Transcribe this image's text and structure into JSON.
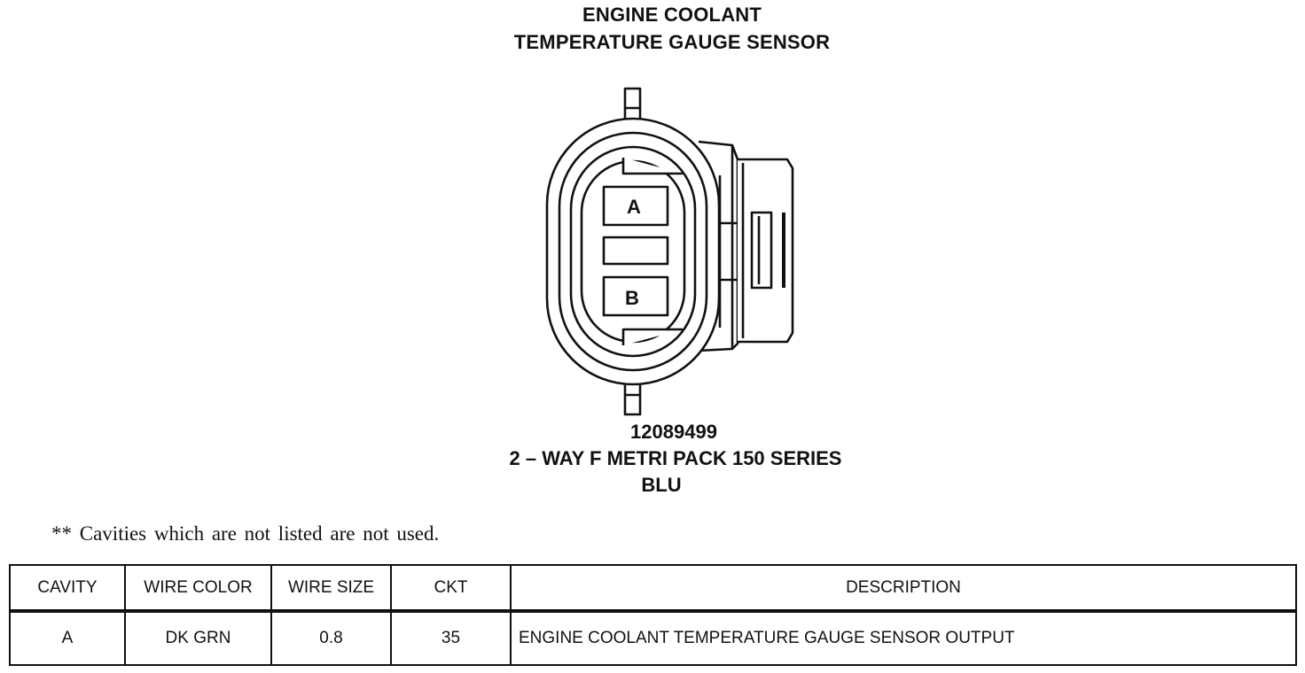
{
  "title": {
    "line1": "ENGINE COOLANT",
    "line2": "TEMPERATURE GAUGE SENSOR"
  },
  "connector": {
    "cavity_labels": [
      "A",
      "B"
    ],
    "part_number": "12089499",
    "series": "2 – WAY F METRI PACK 150 SERIES",
    "color": "BLU"
  },
  "footnote": "** Cavities which are not listed are not used.",
  "table": {
    "headers": {
      "cavity": "CAVITY",
      "wire_color": "WIRE COLOR",
      "wire_size": "WIRE SIZE",
      "ckt": "CKT",
      "description": "DESCRIPTION"
    },
    "rows": [
      {
        "cavity": "A",
        "wire_color": "DK GRN",
        "wire_size": "0.8",
        "ckt": "35",
        "description": "ENGINE COOLANT TEMPERATURE GAUGE SENSOR OUTPUT"
      }
    ]
  }
}
